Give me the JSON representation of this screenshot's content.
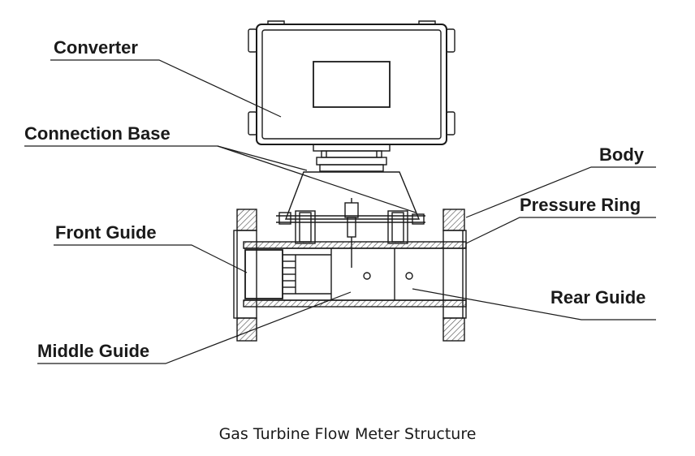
{
  "caption": "Gas Turbine Flow Meter Structure",
  "labels": {
    "converter": "Converter",
    "connection_base": "Connection Base",
    "body": "Body",
    "pressure_ring": "Pressure Ring",
    "front_guide": "Front Guide",
    "rear_guide": "Rear Guide",
    "middle_guide": "Middle Guide"
  },
  "colors": {
    "line": "#1a1a1a",
    "hatch": "#555555",
    "background": "#ffffff"
  }
}
